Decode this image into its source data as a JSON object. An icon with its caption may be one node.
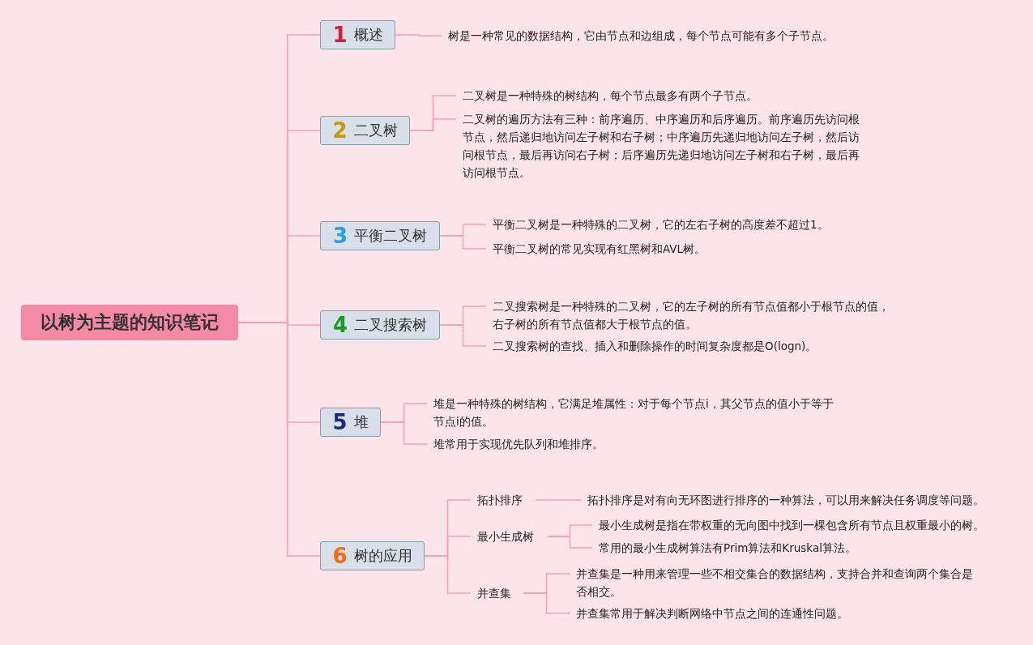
{
  "diagram": {
    "nodes": [
      {
        "text": [
          "以树为主题的知识笔记"
        ]
      },
      {
        "text": [
          "1",
          "概述"
        ]
      },
      {
        "text": [
          "树是一种常见的数据结构，它由节点和边组成，每个节点可能有多个子节点。"
        ]
      },
      {
        "text": [
          "2",
          "二叉树"
        ]
      },
      {
        "text": [
          "二叉树是一种特殊的树结构，每个节点最多有两个子节点。"
        ]
      },
      {
        "text": [
          "二叉树的遍历方法有三种：前序遍历、中序遍历和后序遍历。前序遍历先访问根节点，然后递归地访问左子树和右子树；中序遍历先递归地访问左子树，然后访问根节点，最后再访问右子树；后序遍历先递归地访问左子树和右子树，最后再访问根节点。"
        ]
      },
      {
        "text": [
          "3",
          "平衡二叉树"
        ]
      },
      {
        "text": [
          "平衡二叉树是一种特殊的二叉树，它的左右子树的高度差不超过1。"
        ]
      },
      {
        "text": [
          "平衡二叉树的常见实现有红黑树和AVL树。"
        ]
      },
      {
        "text": [
          "4",
          "二叉搜索树"
        ]
      },
      {
        "text": [
          "二叉搜索树是一种特殊的二叉树，它的左子树的所有节点值都小于根节点的值，右子树的所有节点值都大于根节点的值。"
        ]
      },
      {
        "text": [
          "二叉搜索树的查找、插入和删除操作的时间复杂度都是O(logn)。"
        ]
      },
      {
        "text": [
          "5",
          "堆"
        ]
      },
      {
        "text": [
          "堆是一种特殊的树结构，它满足堆属性：对于每个节点i，其父节点的值小于等于节点i的值。"
        ]
      },
      {
        "text": [
          "堆常用于实现优先队列和堆排序。"
        ]
      },
      {
        "text": [
          "6",
          "树的应用"
        ]
      },
      {
        "text": [
          "拓扑排序"
        ]
      },
      {
        "text": [
          "拓扑排序是对有向无环图进行排序的一种算法，可以用来解决任务调度等问题。"
        ]
      },
      {
        "text": [
          "最小生成树"
        ]
      },
      {
        "text": [
          "最小生成树是指在带权重的无向图中找到一棵包含所有节点且权重最小的树。"
        ]
      },
      {
        "text": [
          "常用的最小生成树算法有Prim算法和Kruskal算法。"
        ]
      },
      {
        "text": [
          "并查集"
        ]
      },
      {
        "text": [
          "并查集是一种用来管理一些不相交集合的数据结构，支持合并和查询两个集合是否相交。"
        ]
      },
      {
        "text": [
          "并查集常用于解决判断网络中节点之间的连通性问题。"
        ]
      }
    ],
    "edges": [
      {
        "from": 0,
        "to": 1,
        "arrow": "none"
      },
      {
        "from": 0,
        "to": 3,
        "arrow": "none"
      },
      {
        "from": 0,
        "to": 6,
        "arrow": "none"
      },
      {
        "from": 0,
        "to": 9,
        "arrow": "none"
      },
      {
        "from": 0,
        "to": 12,
        "arrow": "none"
      },
      {
        "from": 0,
        "to": 15,
        "arrow": "none"
      },
      {
        "from": 1,
        "to": 2,
        "arrow": "none"
      },
      {
        "from": 3,
        "to": 4,
        "arrow": "none"
      },
      {
        "from": 3,
        "to": 5,
        "arrow": "none"
      },
      {
        "from": 6,
        "to": 7,
        "arrow": "none"
      },
      {
        "from": 6,
        "to": 8,
        "arrow": "none"
      },
      {
        "from": 9,
        "to": 10,
        "arrow": "none"
      },
      {
        "from": 9,
        "to": 11,
        "arrow": "none"
      },
      {
        "from": 12,
        "to": 13,
        "arrow": "none"
      },
      {
        "from": 12,
        "to": 14,
        "arrow": "none"
      },
      {
        "from": 15,
        "to": 16,
        "arrow": "none"
      },
      {
        "from": 15,
        "to": 18,
        "arrow": "none"
      },
      {
        "from": 15,
        "to": 21,
        "arrow": "none"
      },
      {
        "from": 16,
        "to": 17,
        "arrow": "none"
      },
      {
        "from": 18,
        "to": 19,
        "arrow": "none"
      },
      {
        "from": 18,
        "to": 20,
        "arrow": "none"
      },
      {
        "from": 21,
        "to": 22,
        "arrow": "none"
      },
      {
        "from": 21,
        "to": 23,
        "arrow": "none"
      }
    ]
  }
}
